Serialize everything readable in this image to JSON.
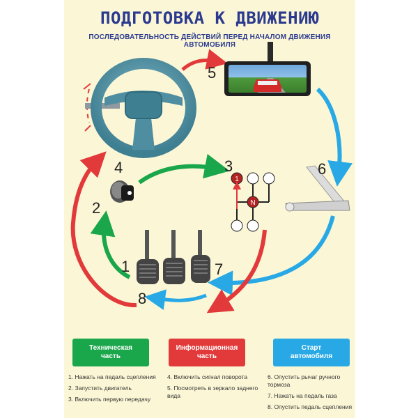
{
  "header": {
    "title": "ПОДГОТОВКА К ДВИЖЕНИЮ",
    "subtitle": "ПОСЛЕДОВАТЕЛЬНОСТЬ ДЕЙСТВИЙ ПЕРЕД НАЧАЛОМ ДВИЖЕНИЯ АВТОМОБИЛЯ"
  },
  "step_numbers": [
    "1",
    "2",
    "3",
    "4",
    "5",
    "6",
    "7",
    "8"
  ],
  "gear_labels": {
    "first": "1",
    "neutral": "N"
  },
  "colors": {
    "red": "#e23a3a",
    "green": "#1aa64a",
    "blue": "#28a9e6",
    "title": "#2b3a8f",
    "background": "#fbf7d6"
  },
  "categories": [
    {
      "label": "Техническая часть",
      "color": "#1aa64a"
    },
    {
      "label": "Информационная часть",
      "color": "#e23a3a"
    },
    {
      "label": "Старт автомобиля",
      "color": "#28a9e6"
    }
  ],
  "steps": {
    "technical": [
      "1. Нажать на педаль сцепления",
      "2. Запустить двигатель",
      "3. Включить первую передачу"
    ],
    "informational": [
      "4. Включить сигнал поворота",
      "5. Посмотреть в зеркало заднего вида"
    ],
    "start": [
      "6. Опустить рычаг ручного тормоза",
      "7. Нажать на педаль газа",
      "8. Опустить педаль сцепления"
    ]
  },
  "icons": [
    "steering-wheel-icon",
    "rearview-mirror-icon",
    "handbrake-icon",
    "ignition-key-icon",
    "gear-shift-icon",
    "pedals-icon"
  ]
}
